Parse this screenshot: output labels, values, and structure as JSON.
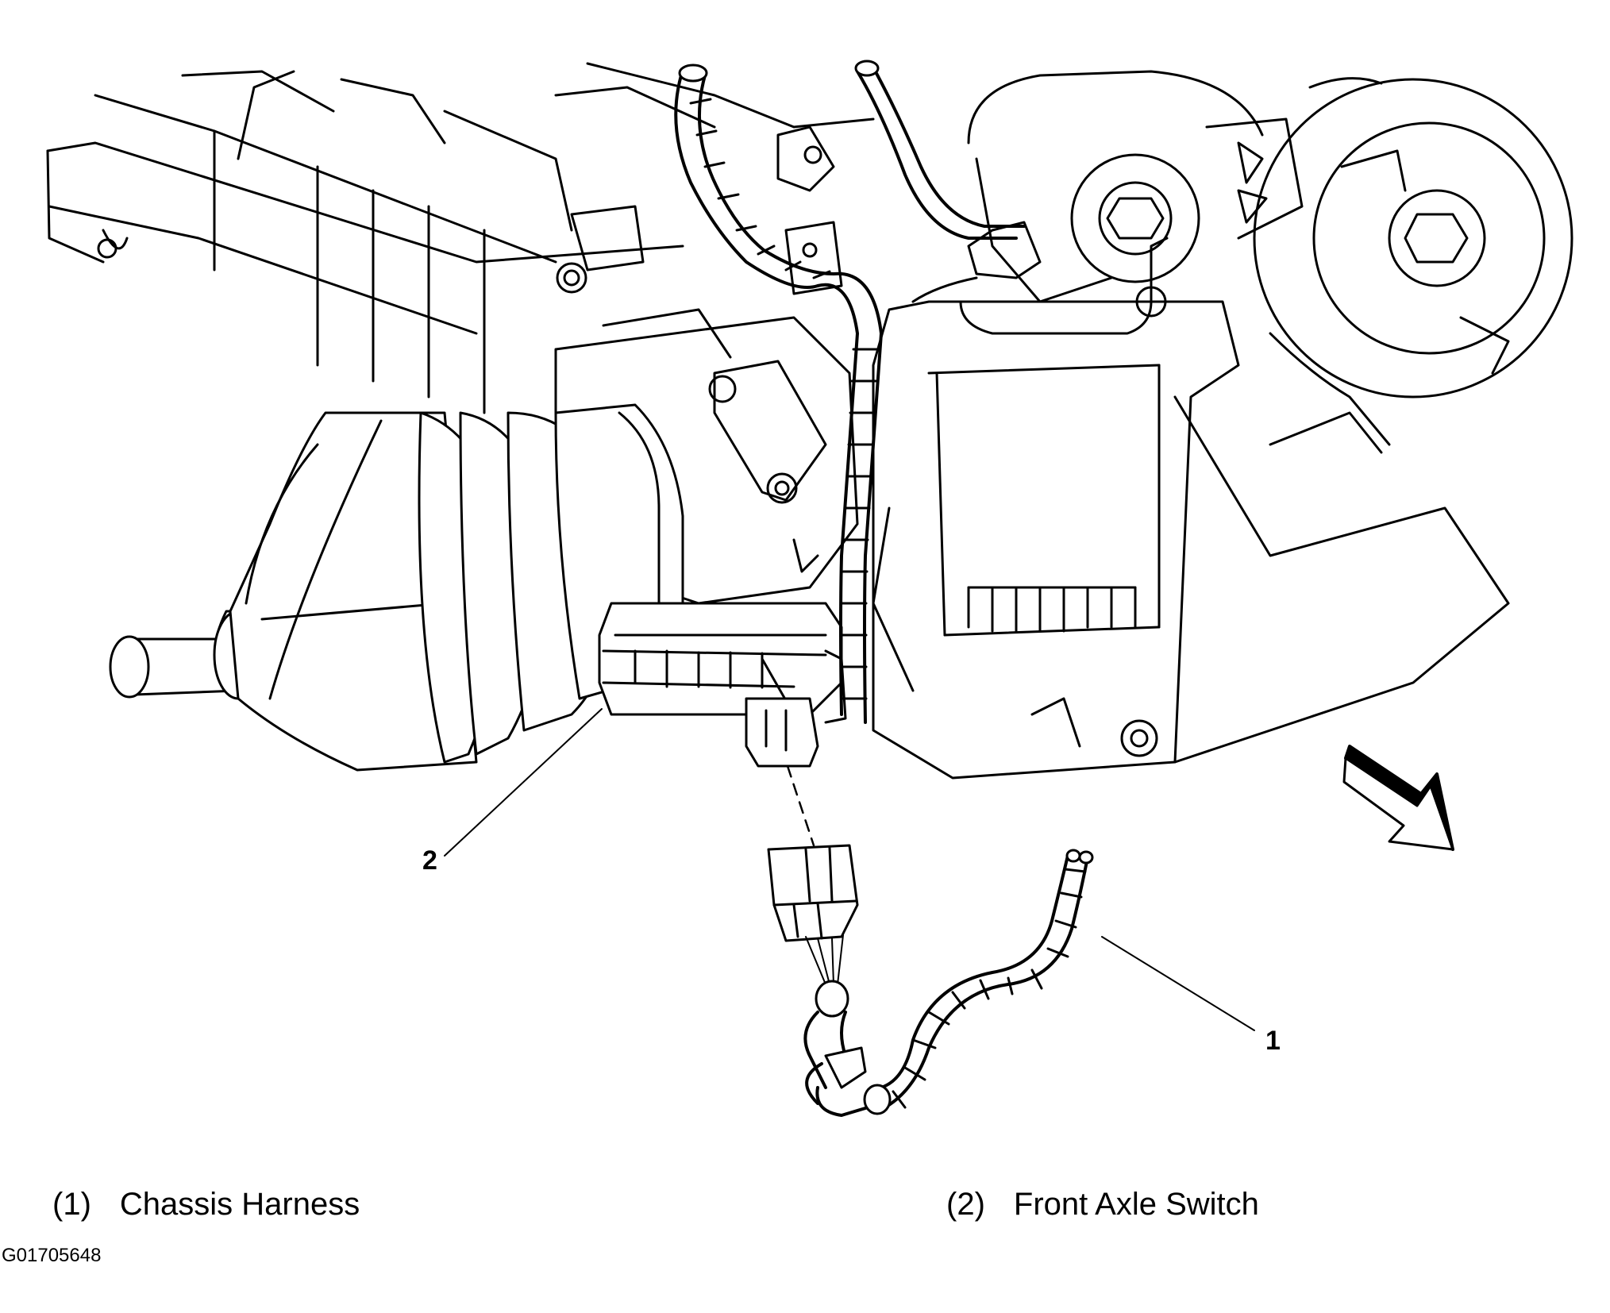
{
  "callouts": [
    {
      "id": "1",
      "text": "1"
    },
    {
      "id": "2",
      "text": "2"
    }
  ],
  "legend": [
    {
      "number": "(1)",
      "label": "Chassis Harness"
    },
    {
      "number": "(2)",
      "label": "Front Axle Switch"
    }
  ],
  "figure_id": "G01705648"
}
